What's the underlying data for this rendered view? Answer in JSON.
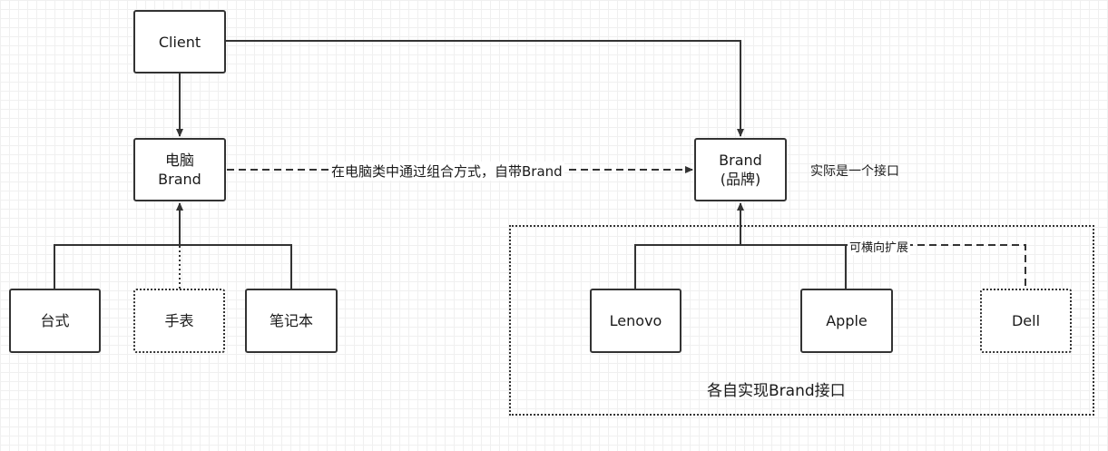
{
  "nodes": {
    "client": {
      "text": "Client"
    },
    "computer": {
      "line1": "电脑",
      "line2": "Brand"
    },
    "brand": {
      "line1": "Brand",
      "line2": "(品牌)"
    },
    "desktop": {
      "text": "台式"
    },
    "watch": {
      "text": "手表"
    },
    "laptop": {
      "text": "笔记本"
    },
    "lenovo": {
      "text": "Lenovo"
    },
    "apple": {
      "text": "Apple"
    },
    "dell": {
      "text": "Dell"
    }
  },
  "labels": {
    "composition": "在电脑类中通过组合方式，自带Brand",
    "brand_note": "实际是一个接口",
    "extend": "可横向扩展",
    "implement": "各自实现Brand接口"
  },
  "colors": {
    "stroke": "#333333",
    "fill": "#ffffff"
  }
}
